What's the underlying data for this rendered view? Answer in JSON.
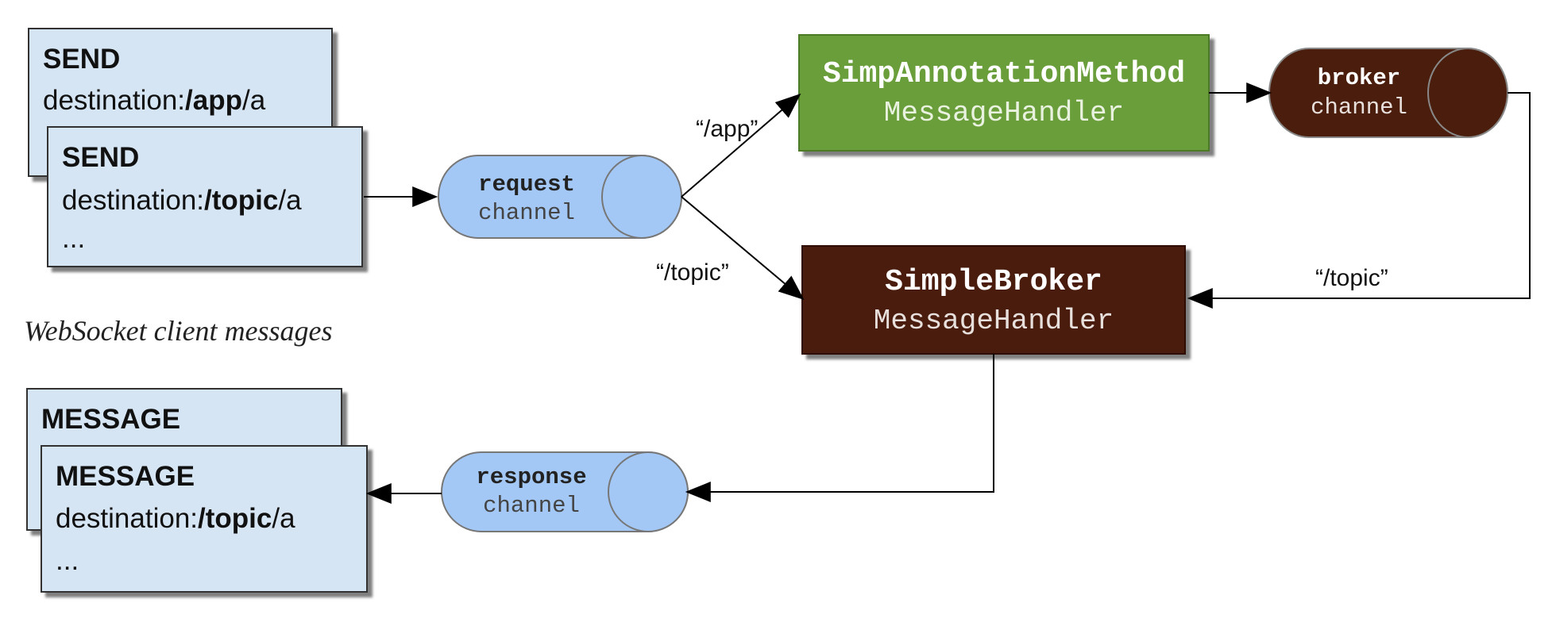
{
  "send_messages": {
    "back": {
      "command": "SEND",
      "dest_prefix": "destination:",
      "dest_path": "/app",
      "dest_suffix": "/a"
    },
    "front": {
      "command": "SEND",
      "dest_prefix": "destination:",
      "dest_path": "/topic",
      "dest_suffix": "/a",
      "ellipsis": "..."
    }
  },
  "caption": "WebSocket client messages",
  "request_channel": {
    "title": "request",
    "subtitle": "channel"
  },
  "response_channel": {
    "title": "response",
    "subtitle": "channel"
  },
  "broker_channel": {
    "title": "broker",
    "subtitle": "channel"
  },
  "annotation_handler": {
    "title": "SimpAnnotationMethod",
    "subtitle": "MessageHandler"
  },
  "simple_broker_handler": {
    "title": "SimpleBroker",
    "subtitle": "MessageHandler"
  },
  "routes": {
    "app": "“/app”",
    "topic_request": "“/topic”",
    "topic_broker": "“/topic”"
  },
  "message_messages": {
    "back": {
      "command": "MESSAGE"
    },
    "front": {
      "command": "MESSAGE",
      "dest_prefix": "destination:",
      "dest_path": "/topic",
      "dest_suffix": "/a",
      "ellipsis": "..."
    }
  },
  "colors": {
    "card_fill": "#d6e5f4",
    "cylinder_blue": "#a4c8f5",
    "cylinder_brown": "#4a1d0c",
    "annotation_green": "#6a9e3a",
    "broker_brown": "#4a1d0c"
  }
}
